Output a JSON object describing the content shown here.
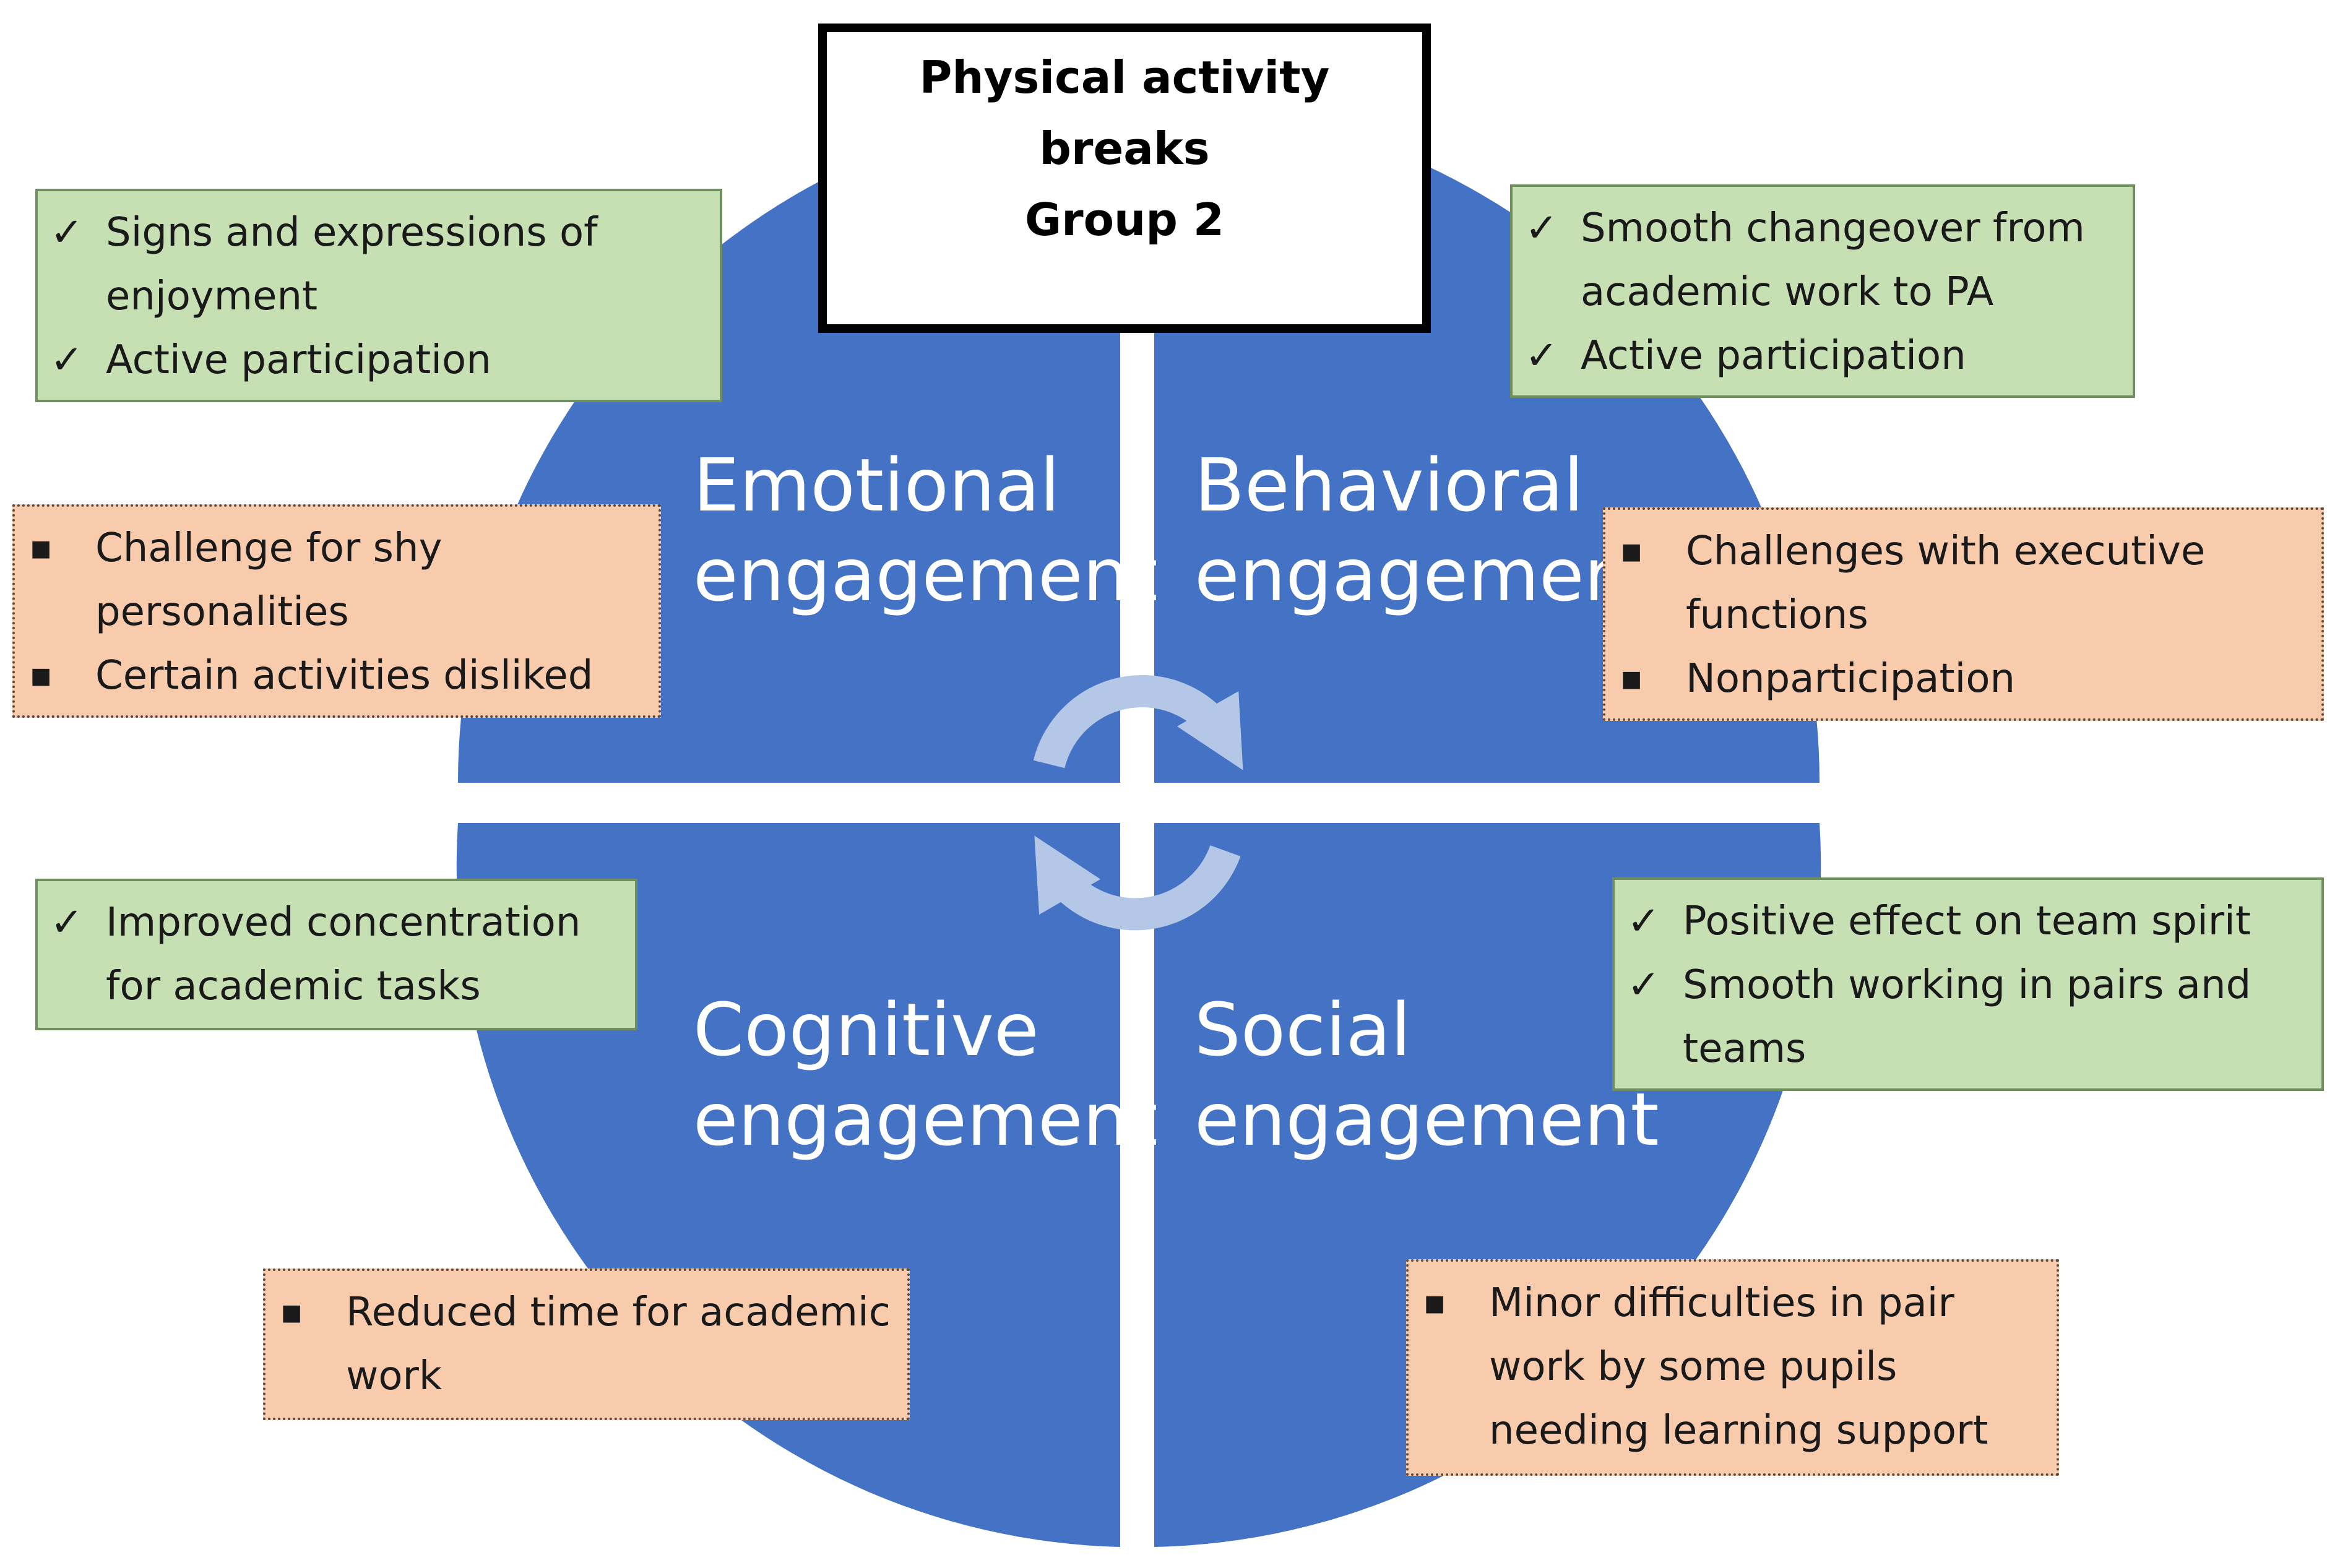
{
  "colors": {
    "circle": "#4472c4",
    "gap": "#ffffff",
    "label_text": "#ffffff",
    "arrow": "#b4c7e7",
    "positive_box": "#c6e0b4",
    "negative_box": "#f8cbad",
    "title_border": "#000000"
  },
  "title": {
    "line1": "Physical activity breaks",
    "line2": "Group 2"
  },
  "quadrants": {
    "emotional": {
      "line1": "Emotional",
      "line2": "engagement"
    },
    "behavioral": {
      "line1": "Behavioral",
      "line2": "engagement"
    },
    "cognitive": {
      "line1": "Cognitive",
      "line2": "engagement"
    },
    "social": {
      "line1": "Social",
      "line2": "engagement"
    }
  },
  "icons": {
    "positive_marker": "check-mark-icon",
    "negative_marker": "square-bullet-icon",
    "cycle": "circular-arrows-icon"
  },
  "boxes": {
    "emotional_positive": [
      "Signs and expressions of enjoyment",
      "Active participation"
    ],
    "emotional_negative": [
      "Challenge for shy personalities",
      "Certain activities disliked"
    ],
    "behavioral_positive": [
      "Smooth changeover from academic work to PA",
      "Active participation"
    ],
    "behavioral_negative": [
      "Challenges with executive functions",
      "Nonparticipation"
    ],
    "cognitive_positive": [
      "Improved concentration for academic tasks"
    ],
    "cognitive_negative": [
      "Reduced time for academic work"
    ],
    "social_positive": [
      "Positive effect on team spirit",
      "Smooth working in pairs and teams"
    ],
    "social_negative": [
      "Minor difficulties in pair work by some pupils needing learning support"
    ]
  }
}
